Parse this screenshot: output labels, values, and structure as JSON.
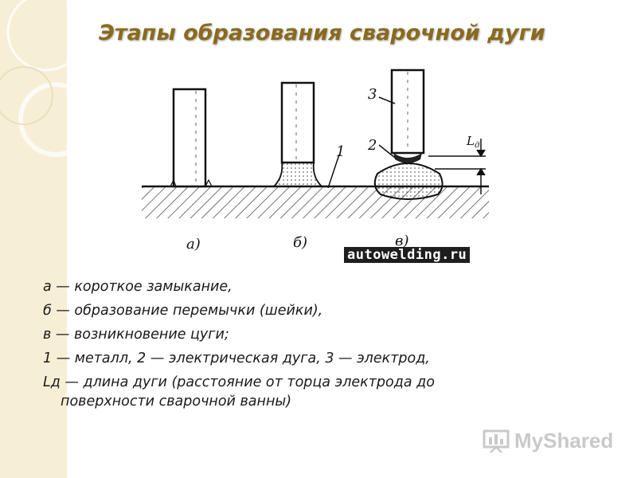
{
  "title": "Этапы образования сварочной дуги",
  "figure": {
    "labels": {
      "a": "а)",
      "b": "б)",
      "v": "в)",
      "n1": "1",
      "n2": "2",
      "n3": "3",
      "ld": "L",
      "ld_sub": "д"
    },
    "watermark": "autowelding.ru"
  },
  "legend": {
    "a": "а — короткое замыкание,",
    "b": "б — образование перемычки (шейки),",
    "v": "в — возникновение цуги;",
    "numbers": "1 — металл, 2 — электрическая дуга, 3 — электрод,",
    "ld_line1": "Lд — длина дуги (расстояние от торца электрода до",
    "ld_line2": "поверхности сварочной ванны)"
  },
  "brand": {
    "name": "MyShared",
    "colors": {
      "accent": "#8a6a1e",
      "strip": "#f6efd6"
    }
  }
}
